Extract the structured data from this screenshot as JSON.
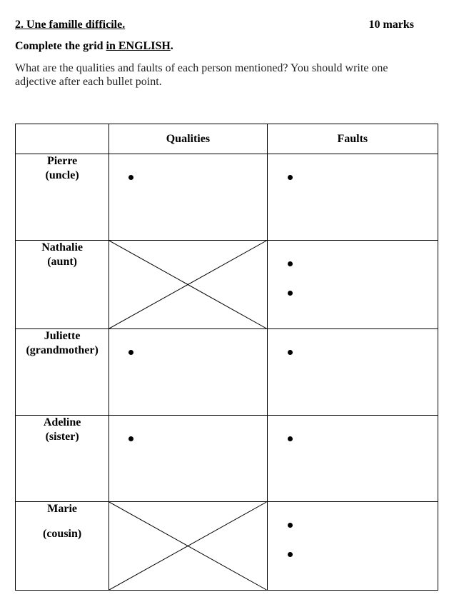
{
  "header": {
    "title": "2. Une famille difficile.",
    "marks": "10 marks"
  },
  "instruction": {
    "prefix": "Complete the grid ",
    "emphasis": "in ENGLISH",
    "suffix": "."
  },
  "question": "What are the qualities and faults of each person mentioned? You should write one adjective after each bullet point.",
  "grid": {
    "columns": [
      "",
      "Qualities",
      "Faults"
    ],
    "rows": [
      {
        "name": "Pierre",
        "relation": "(uncle)",
        "qualities_bullets": 1,
        "faults_bullets": 1,
        "qualities_crossed": false
      },
      {
        "name": "Nathalie",
        "relation": "(aunt)",
        "qualities_bullets": 0,
        "faults_bullets": 2,
        "qualities_crossed": true
      },
      {
        "name": "Juliette",
        "relation": "(grandmother)",
        "qualities_bullets": 1,
        "faults_bullets": 1,
        "qualities_crossed": false
      },
      {
        "name": "Adeline",
        "relation": "(sister)",
        "qualities_bullets": 1,
        "faults_bullets": 1,
        "qualities_crossed": false
      },
      {
        "name": "Marie",
        "relation": "(cousin)",
        "qualities_bullets": 0,
        "faults_bullets": 2,
        "qualities_crossed": true
      }
    ]
  }
}
